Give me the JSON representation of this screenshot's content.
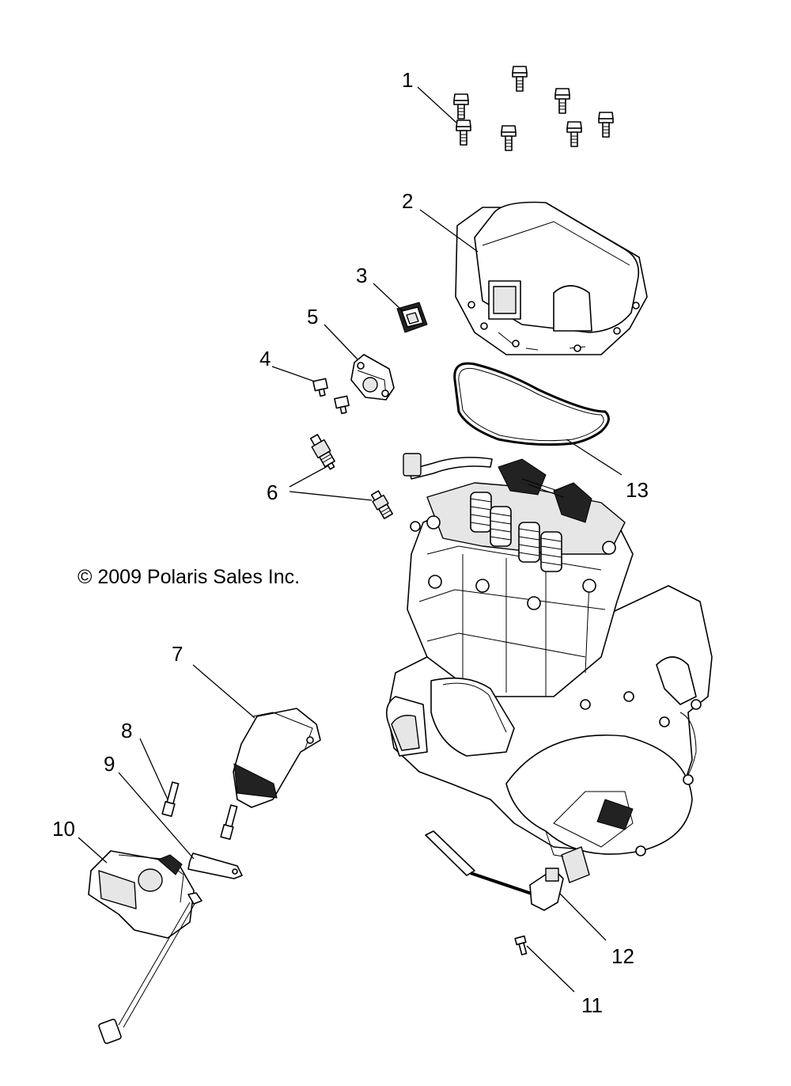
{
  "copyright": "© 2009 Polaris Sales Inc.",
  "callouts": [
    {
      "id": "1",
      "label": "1"
    },
    {
      "id": "2",
      "label": "2"
    },
    {
      "id": "3",
      "label": "3"
    },
    {
      "id": "4",
      "label": "4"
    },
    {
      "id": "5",
      "label": "5"
    },
    {
      "id": "6",
      "label": "6"
    },
    {
      "id": "7",
      "label": "7"
    },
    {
      "id": "8",
      "label": "8"
    },
    {
      "id": "9",
      "label": "9"
    },
    {
      "id": "10",
      "label": "10"
    },
    {
      "id": "11",
      "label": "11"
    },
    {
      "id": "12",
      "label": "12"
    },
    {
      "id": "13",
      "label": "13"
    }
  ]
}
